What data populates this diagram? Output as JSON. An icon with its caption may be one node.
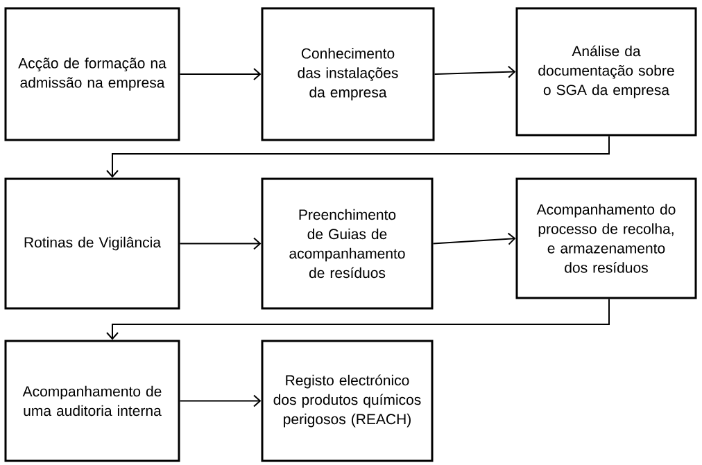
{
  "diagram": {
    "nodes": [
      {
        "text": [
          "Acção de formação na admissão na empresa"
        ]
      },
      {
        "text": [
          "Conhecimento das instalações da empresa"
        ]
      },
      {
        "text": [
          "Análise da documentação sobre o SGA da empresa"
        ]
      },
      {
        "text": [
          "Rotinas de Vigilância"
        ]
      },
      {
        "text": [
          "Preenchimento de Guias de acompanhamento de resíduos"
        ]
      },
      {
        "text": [
          "Acompanhamento do processo de recolha, e armazenamento dos resíduos"
        ]
      },
      {
        "text": [
          "Acompanhamento de uma auditoria interna"
        ]
      },
      {
        "text": [
          "Registo electrónico dos produtos químicos perigosos (REACH)"
        ]
      }
    ],
    "edges": [
      {
        "from": 0,
        "to": 1,
        "arrow": "to"
      },
      {
        "from": 1,
        "to": 2,
        "arrow": "to"
      },
      {
        "from": 2,
        "to": 3,
        "arrow": "to"
      },
      {
        "from": 3,
        "to": 4,
        "arrow": "to"
      },
      {
        "from": 4,
        "to": 5,
        "arrow": "to"
      },
      {
        "from": 5,
        "to": 6,
        "arrow": "to"
      },
      {
        "from": 6,
        "to": 7,
        "arrow": "to"
      }
    ]
  }
}
